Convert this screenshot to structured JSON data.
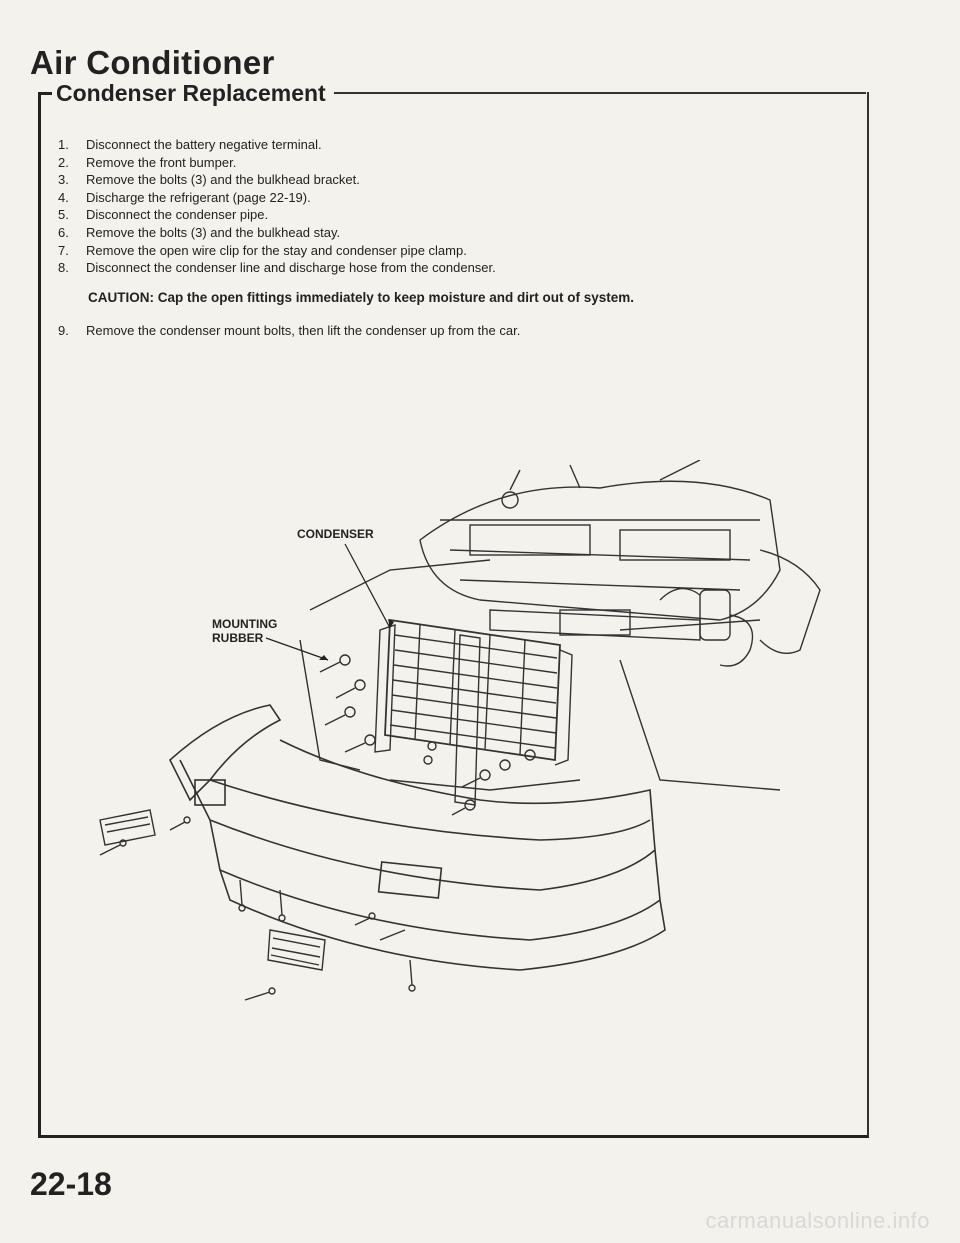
{
  "header": {
    "section": "Air Conditioner",
    "subsection": "Condenser Replacement"
  },
  "steps": [
    {
      "num": "1.",
      "text": "Disconnect the battery negative terminal."
    },
    {
      "num": "2.",
      "text": "Remove the front bumper."
    },
    {
      "num": "3.",
      "text": "Remove the bolts (3) and the bulkhead bracket."
    },
    {
      "num": "4.",
      "text": "Discharge the refrigerant (page 22-19)."
    },
    {
      "num": "5.",
      "text": "Disconnect the condenser pipe."
    },
    {
      "num": "6.",
      "text": "Remove the bolts (3) and the bulkhead stay."
    },
    {
      "num": "7.",
      "text": "Remove the open wire clip for the stay and condenser pipe clamp."
    },
    {
      "num": "8.",
      "text": "Disconnect the condenser line and discharge hose from the condenser."
    }
  ],
  "caution": "CAUTION:  Cap the open fittings immediately to keep moisture and dirt out of system.",
  "step9": {
    "num": "9.",
    "text": "Remove the condenser mount bolts, then lift the condenser up from the car."
  },
  "diagram": {
    "labels": {
      "condenser": "CONDENSER",
      "mounting_line1": "MOUNTING",
      "mounting_line2": "RUBBER"
    }
  },
  "footer": {
    "page_number": "22-18",
    "watermark": "carmanualsonline.info"
  }
}
